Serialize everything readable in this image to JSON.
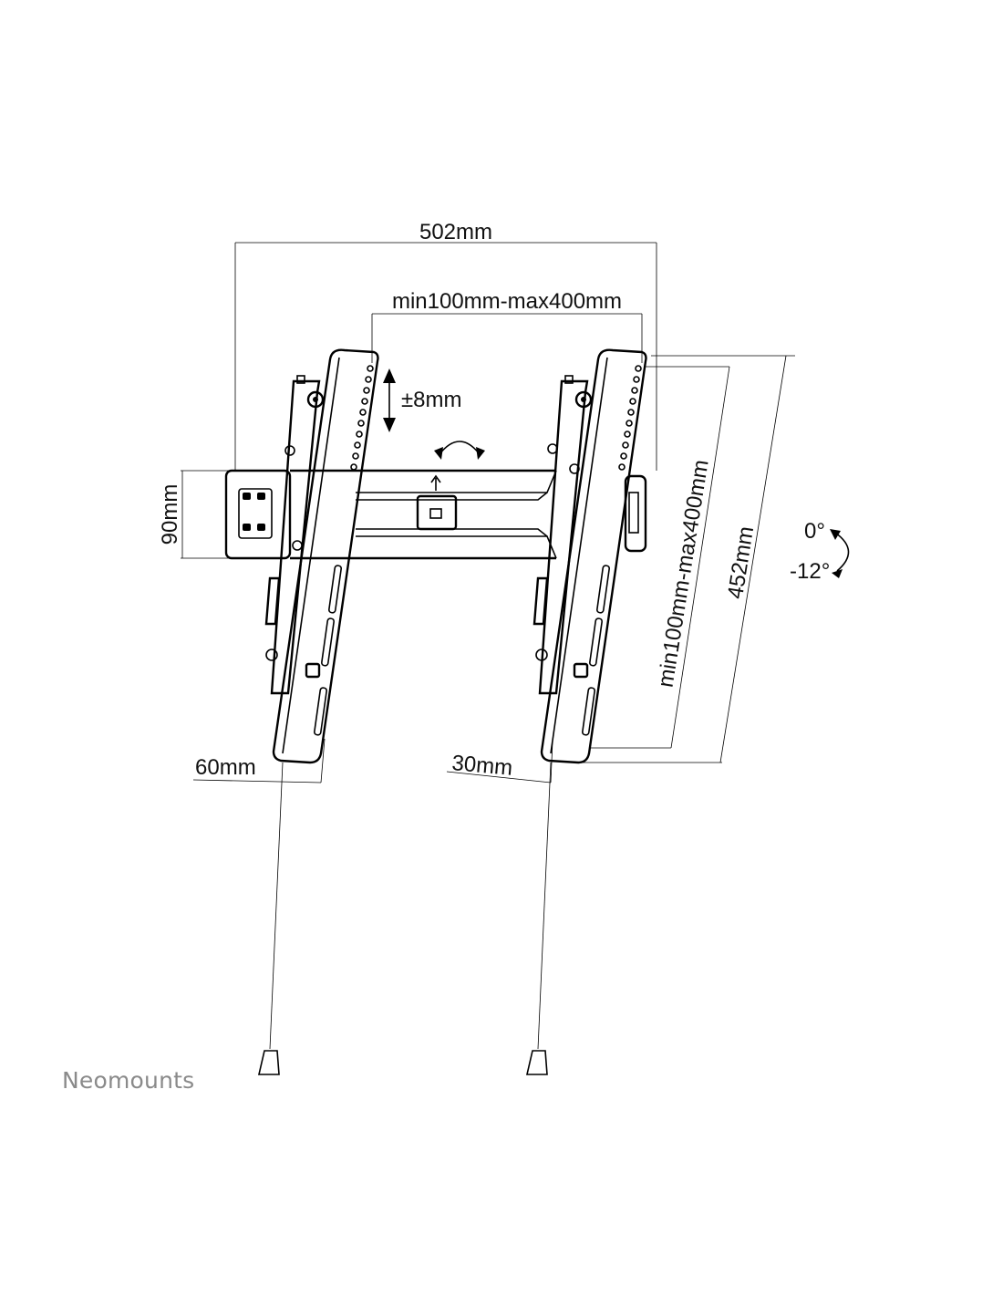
{
  "dimensions": {
    "overall_width": "502mm",
    "vesa_horizontal": "min100mm-max400mm",
    "vertical_adjust": "±8mm",
    "wall_plate_height": "90mm",
    "vesa_vertical": "min100mm-max400mm",
    "arm_length": "452mm",
    "tilt_max": "0°",
    "tilt_min": "-12°",
    "wall_distance_min": "60mm",
    "wall_distance_arm": "30mm"
  },
  "brand": {
    "name": "Neomounts",
    "color": "#8a8a8a"
  },
  "colors": {
    "line": "#000000",
    "background": "#ffffff"
  }
}
